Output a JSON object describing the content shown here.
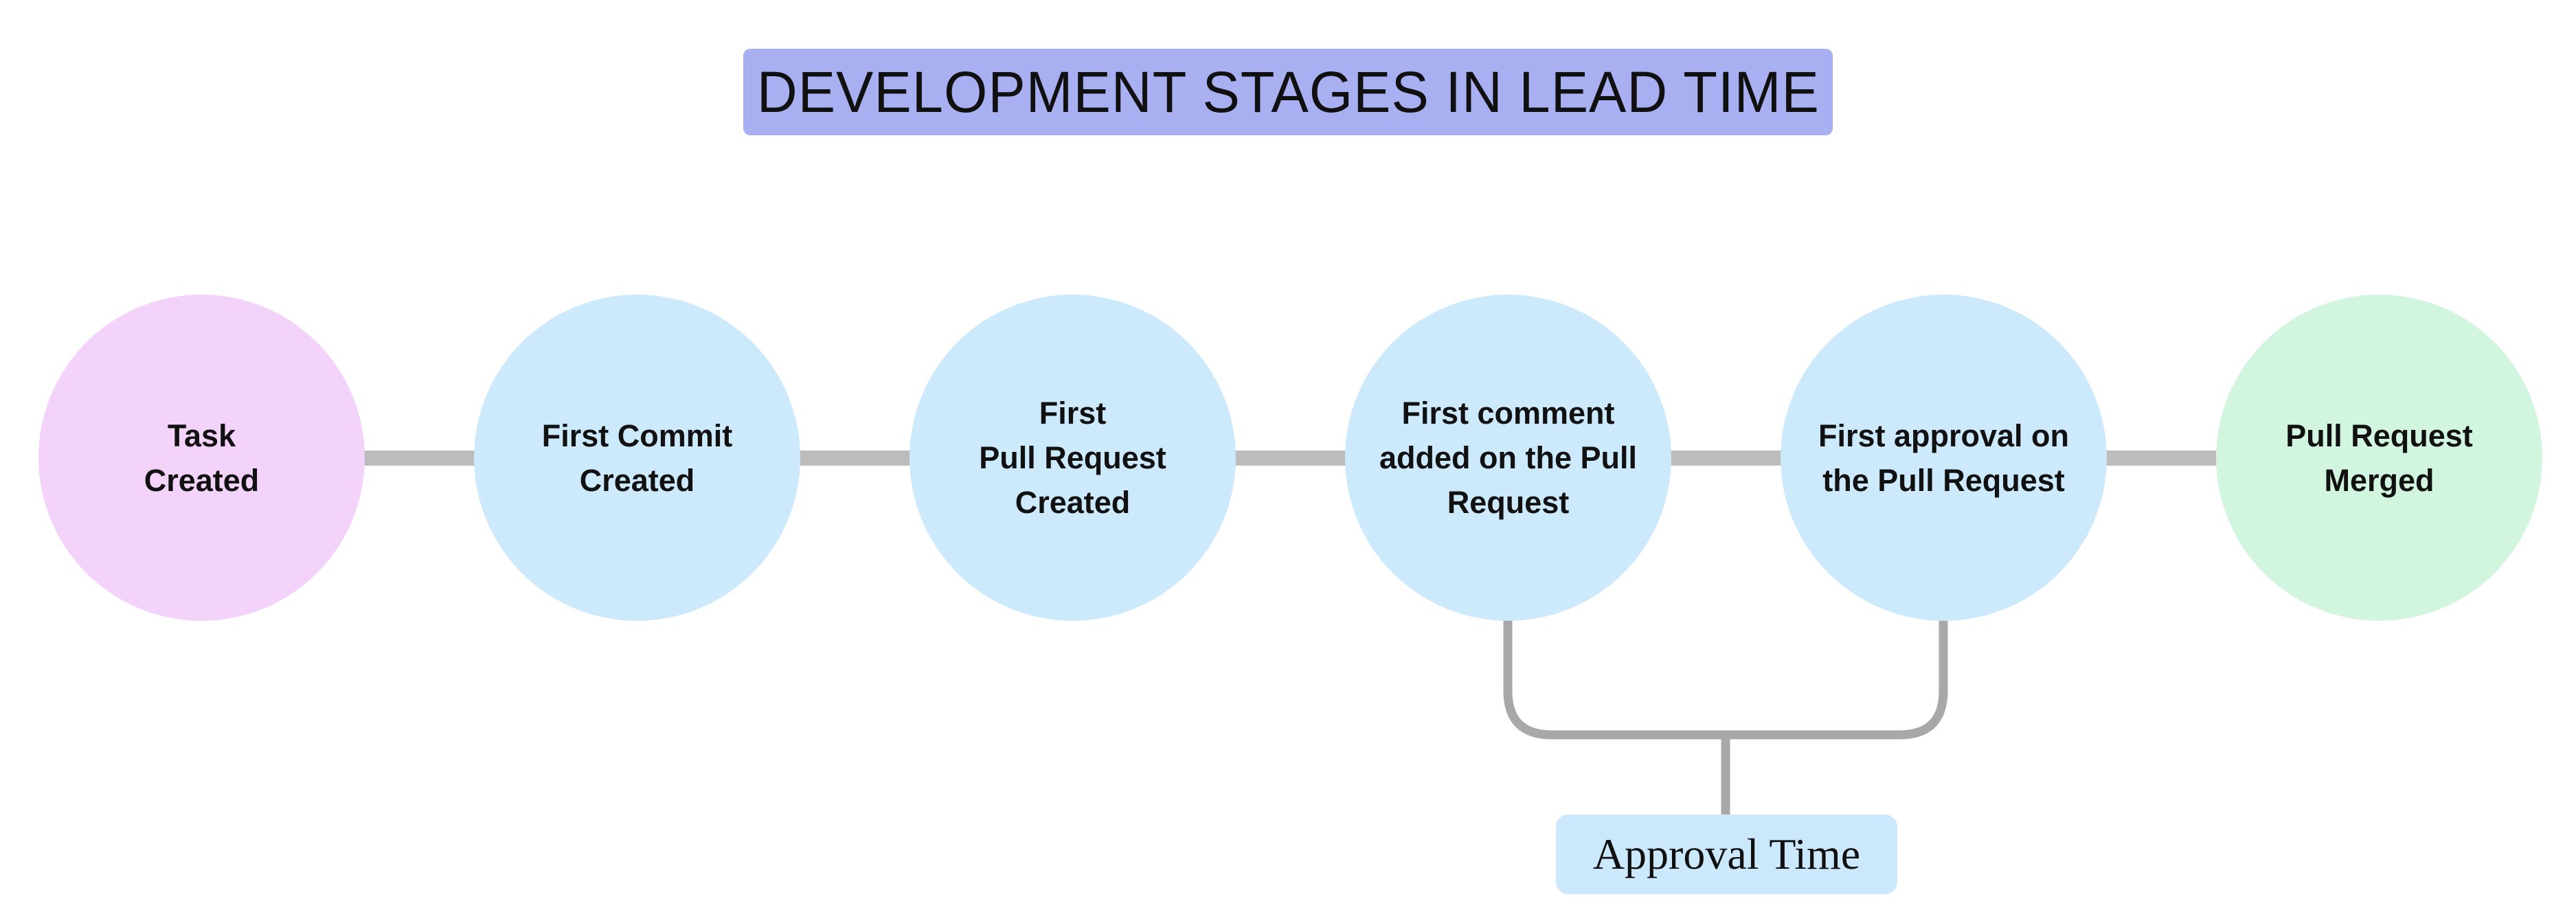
{
  "title": "DEVELOPMENT STAGES IN LEAD TIME",
  "colors": {
    "background": "#ffffff",
    "title_box_bg": "#a9b0f2",
    "connector": "#bcbcbc",
    "bracket": "#a8a8a8",
    "approval_box_bg": "#cbe8fc",
    "text": "#111111"
  },
  "stages": [
    {
      "label": "Task\nCreated",
      "color": "#f4d3fa"
    },
    {
      "label": "First Commit\nCreated",
      "color": "#cde9fc"
    },
    {
      "label": "First\nPull Request\nCreated",
      "color": "#cde9fc"
    },
    {
      "label": "First comment\nadded on the Pull\nRequest",
      "color": "#cde9fc"
    },
    {
      "label": "First approval on\nthe Pull Request",
      "color": "#cde9fc"
    },
    {
      "label": "Pull Request\nMerged",
      "color": "#d2f5df"
    }
  ],
  "annotation": {
    "label": "Approval Time"
  }
}
